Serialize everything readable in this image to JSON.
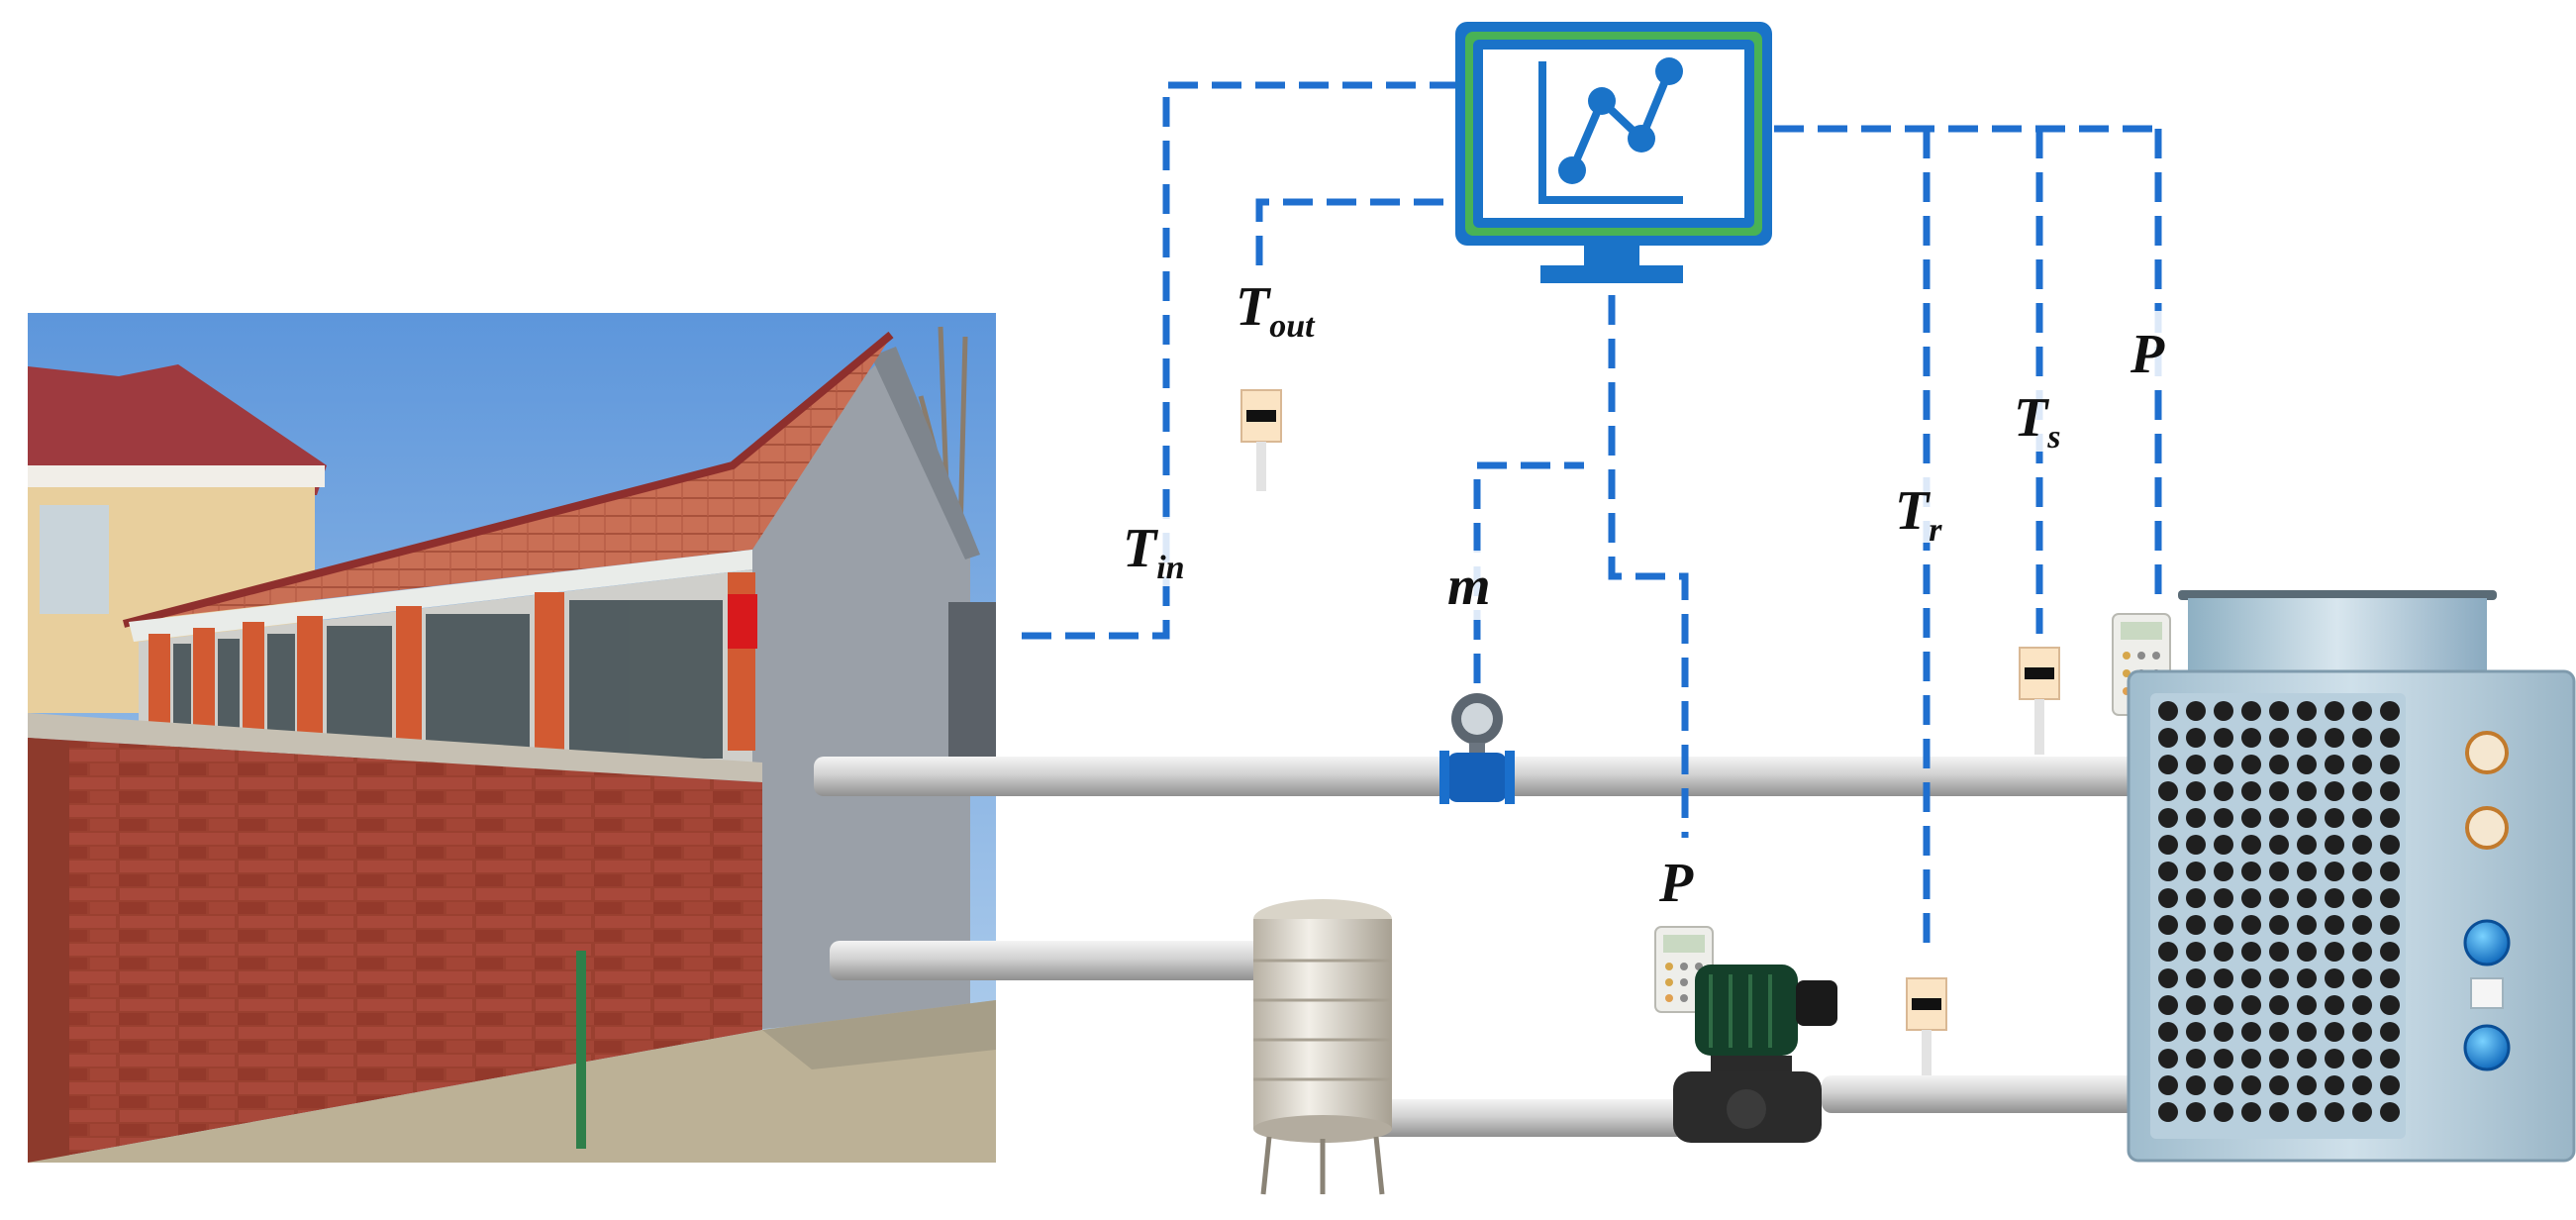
{
  "labels": {
    "t_out": {
      "main": "T",
      "sub": "out"
    },
    "t_in": {
      "main": "T",
      "sub": "in"
    },
    "m": "m",
    "p_pump": "P",
    "t_r": {
      "main": "T",
      "sub": "r"
    },
    "t_s": {
      "main": "T",
      "sub": "s"
    },
    "p_unit": "P"
  },
  "colors": {
    "signal_line": "#1f6fcf",
    "monitor_frame": "#1a73c8",
    "monitor_accent": "#49b255",
    "pipe": "#d4d4d4",
    "sky": "#7fb0e6",
    "roof": "#c4674a",
    "brick": "#9c3f2e",
    "heat_pump_body": "#bcd3e2"
  },
  "icons": [
    "monitor-chart-icon",
    "flowmeter-icon",
    "pressure-gauge-icon",
    "temperature-sensor-icon",
    "pump-icon",
    "water-tank-icon",
    "air-source-heat-pump-icon",
    "house-photo"
  ]
}
